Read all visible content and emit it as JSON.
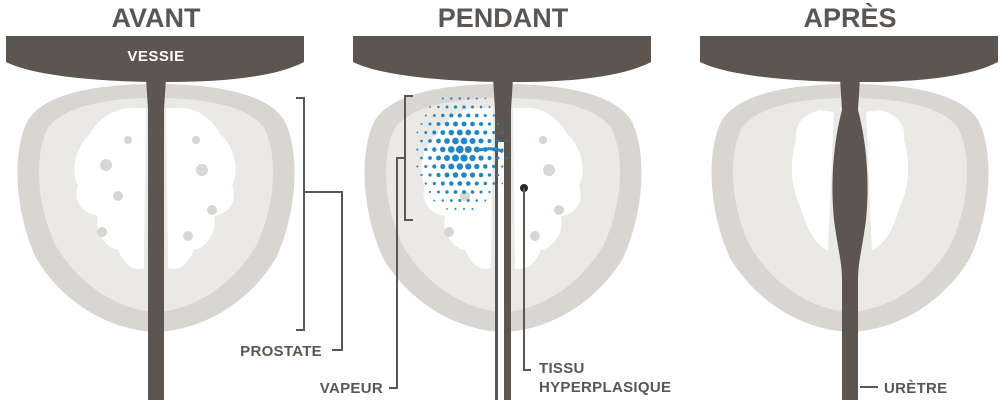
{
  "panels": [
    {
      "id": "before",
      "title": "AVANT"
    },
    {
      "id": "during",
      "title": "PENDANT"
    },
    {
      "id": "after",
      "title": "APRÈS"
    }
  ],
  "labels": {
    "bladder": "VESSIE",
    "prostate": "PROSTATE",
    "vapor": "VAPEUR",
    "tissue_line1": "TISSU",
    "tissue_line2": "HYPERPLASIQUE",
    "urethra": "URÈTRE"
  },
  "colors": {
    "bladder": "#5d5650",
    "urethra": "#5d5650",
    "prostate_outer": "#d9d6d1",
    "prostate_inner": "#ebe9e5",
    "hyperplasia": "#ffffff",
    "vapor_dots": "#1f87c7",
    "text": "#5d5650"
  }
}
